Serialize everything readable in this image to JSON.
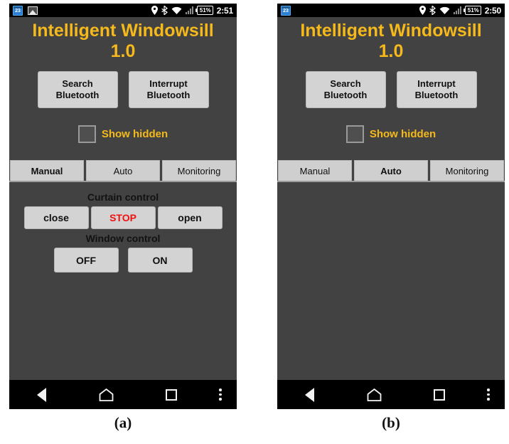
{
  "figure": {
    "captions": [
      {
        "id": "a",
        "text": "(a)"
      },
      {
        "id": "b",
        "text": "(b)"
      }
    ]
  },
  "panel_a": {
    "statusbar": {
      "calendar_icon": "calendar-icon",
      "calendar_day": "23",
      "picture_icon": "picture-icon",
      "location_icon": "location-pin-icon",
      "bluetooth_icon": "bluetooth-icon",
      "wifi_icon": "wifi-icon",
      "signal_icon": "signal-bars-icon",
      "battery_icon": "battery-icon",
      "battery_level": "51%",
      "time": "2:51"
    },
    "app": {
      "title": "Intelligent Windowsill\n1.0",
      "title_color": "#f5b91b"
    },
    "bluetooth": {
      "search_label": "Search\nBluetooth",
      "interrupt_label": "Interrupt\nBluetooth"
    },
    "show_hidden": {
      "label": "Show hidden",
      "checked": false
    },
    "tabs": [
      {
        "label": "Manual",
        "selected": true
      },
      {
        "label": "Auto",
        "selected": false
      },
      {
        "label": "Monitoring",
        "selected": false
      }
    ],
    "manual_tab": {
      "curtain_label": "Curtain control",
      "curtain_buttons": [
        {
          "label": "close",
          "color": "#101010"
        },
        {
          "label": "STOP",
          "color": "#f01010"
        },
        {
          "label": "open",
          "color": "#101010"
        }
      ],
      "window_label": "Window control",
      "window_buttons": [
        {
          "label": "OFF"
        },
        {
          "label": "ON"
        }
      ]
    },
    "navbar": {
      "back_icon": "back-triangle-icon",
      "home_icon": "home-icon",
      "recents_icon": "recents-square-icon",
      "menu_icon": "overflow-menu-icon"
    }
  },
  "panel_b": {
    "statusbar": {
      "calendar_icon": "calendar-icon",
      "calendar_day": "23",
      "location_icon": "location-pin-icon",
      "bluetooth_icon": "bluetooth-icon",
      "wifi_icon": "wifi-icon",
      "signal_icon": "signal-bars-icon",
      "battery_icon": "battery-icon",
      "battery_level": "51%",
      "time": "2:50"
    },
    "app": {
      "title": "Intelligent Windowsill\n1.0",
      "title_color": "#f5b91b"
    },
    "bluetooth": {
      "search_label": "Search\nBluetooth",
      "interrupt_label": "Interrupt\nBluetooth"
    },
    "show_hidden": {
      "label": "Show hidden",
      "checked": false
    },
    "tabs": [
      {
        "label": "Manual",
        "selected": false
      },
      {
        "label": "Auto",
        "selected": true
      },
      {
        "label": "Monitoring",
        "selected": false
      }
    ],
    "auto_tab": {
      "content": ""
    },
    "navbar": {
      "back_icon": "back-triangle-icon",
      "home_icon": "home-icon",
      "recents_icon": "recents-square-icon",
      "menu_icon": "overflow-menu-icon"
    }
  }
}
